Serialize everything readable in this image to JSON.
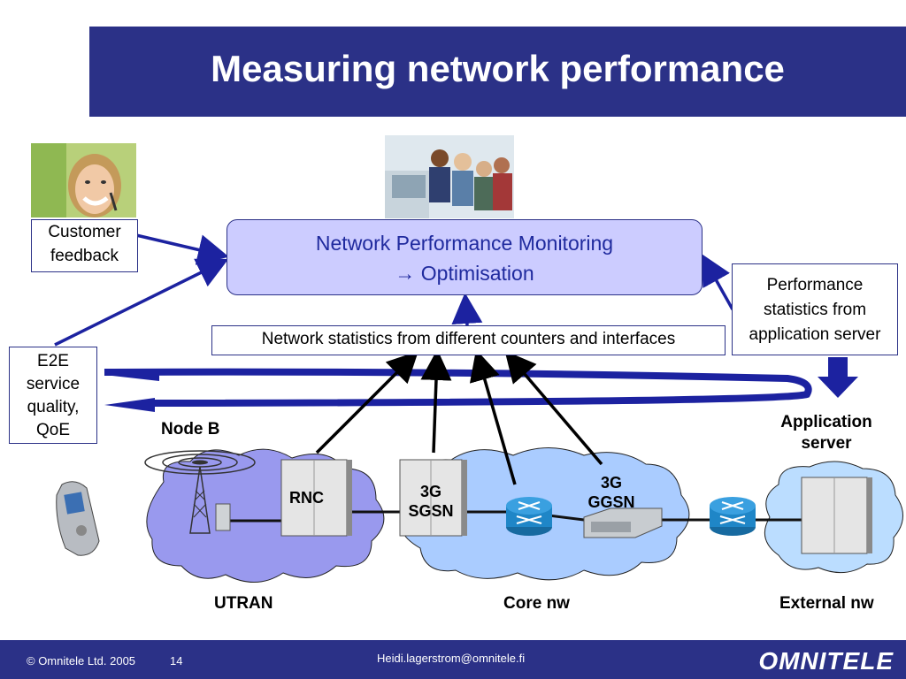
{
  "slide": {
    "title": "Measuring network performance"
  },
  "boxes": {
    "customer_feedback": [
      "Customer",
      "feedback"
    ],
    "npm_line1": "Network Performance Monitoring",
    "npm_line2": "→ Optimisation",
    "network_stats": "Network statistics from different counters and interfaces",
    "perf_stats": [
      "Performance",
      "statistics from",
      "application server"
    ],
    "e2e": [
      "E2E",
      "service",
      "quality,",
      "QoE"
    ]
  },
  "nodes": {
    "node_b": "Node B",
    "rnc": "RNC",
    "sgsn": [
      "3G",
      "SGSN"
    ],
    "ggsn": [
      "3G",
      "GGSN"
    ],
    "app_server": [
      "Application",
      "server"
    ]
  },
  "zones": {
    "utran": "UTRAN",
    "core": "Core nw",
    "external": "External nw"
  },
  "footer": {
    "copyright": "© Omnitele Ltd. 2005",
    "page": "14",
    "email": "Heidi.lagerstrom@omnitele.fi",
    "logo": "OMNITELE"
  },
  "colors": {
    "brand_navy": "#2b3187",
    "npm_fill": "#ccccff",
    "cloud_utran": "#9999ee",
    "cloud_core": "#aaccff",
    "cloud_external": "#bbddff",
    "router": "#1f86c7"
  }
}
